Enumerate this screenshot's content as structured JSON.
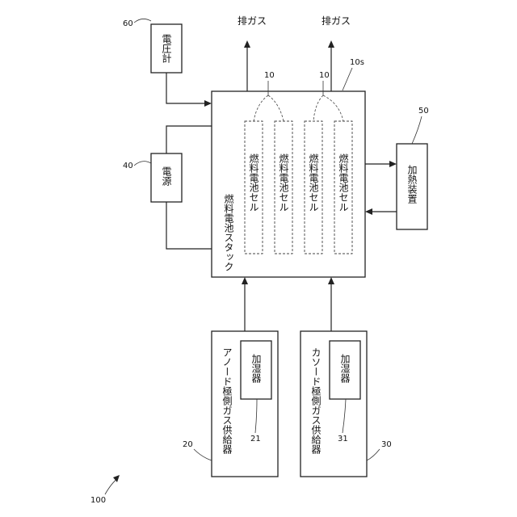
{
  "figure_ref": "100",
  "stack": {
    "ref": "10s",
    "label": "燃料電池スタック"
  },
  "cells": [
    {
      "label": "燃料電池セル"
    },
    {
      "label": "燃料電池セル"
    },
    {
      "label": "燃料電池セル"
    },
    {
      "label": "燃料電池セル"
    }
  ],
  "cell_refs": [
    "10",
    "10"
  ],
  "exhausts": [
    "排ガス",
    "排ガス"
  ],
  "voltmeter": {
    "ref": "60",
    "label": "電圧計"
  },
  "power": {
    "ref": "40",
    "label": "電源"
  },
  "heater": {
    "ref": "50",
    "label": "加熱装置"
  },
  "anode": {
    "ref": "20",
    "label": "アノード極側ガス供給器",
    "hum_ref": "21",
    "hum_label": "加湿器"
  },
  "cathode": {
    "ref": "30",
    "label": "カソード極側ガス供給器",
    "hum_ref": "31",
    "hum_label": "加湿器"
  }
}
